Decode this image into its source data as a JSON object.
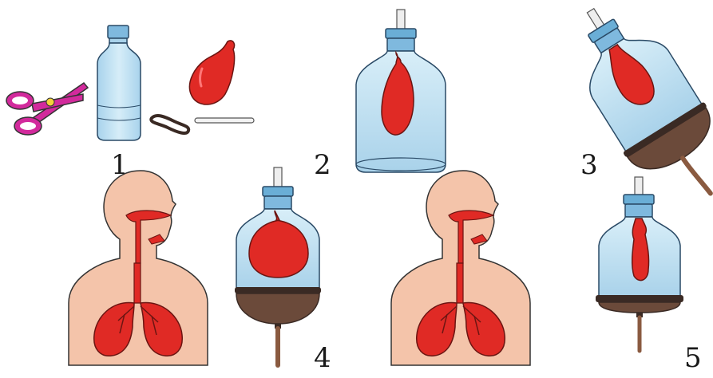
{
  "steps": [
    {
      "label": "1",
      "icons": [
        "scissors-icon",
        "plastic-bottle-icon",
        "rubber-band-icon",
        "balloon-icon",
        "straw-icon"
      ]
    },
    {
      "label": "2",
      "icons": [
        "bottle-balloon-icon"
      ]
    },
    {
      "label": "3",
      "icons": [
        "bottle-membrane-icon"
      ]
    },
    {
      "label": "4",
      "icons": [
        "human-respiratory-inhale-icon",
        "lung-model-inflated-icon"
      ]
    },
    {
      "label": "5",
      "icons": [
        "human-respiratory-exhale-icon",
        "lung-model-deflated-icon"
      ]
    }
  ],
  "colors": {
    "bottle_glass": "#bfe0f2",
    "bottle_cap": "#6aaed6",
    "balloon": "#e02a25",
    "membrane": "#6b4a3a",
    "skin": "#f4c4aa",
    "airway": "#e02a25",
    "scissors": "#d22a9c"
  }
}
